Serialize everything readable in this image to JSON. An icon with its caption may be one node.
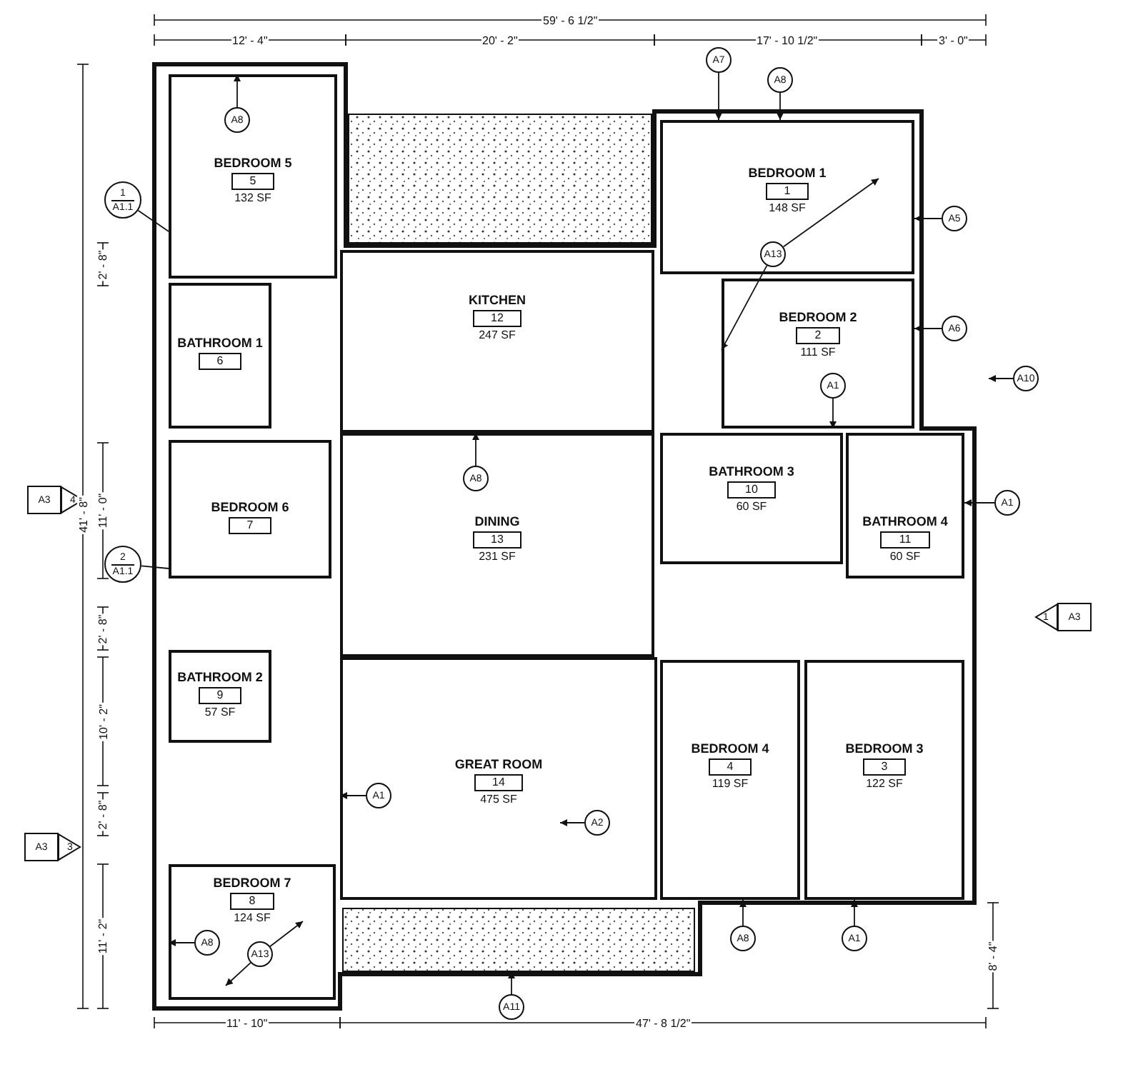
{
  "diagram": {
    "nodes": [
      {
        "text": [
          "BEDROOM 5",
          "5",
          "132 SF"
        ]
      },
      {
        "text": [
          "KITCHEN",
          "12",
          "247 SF"
        ]
      },
      {
        "text": [
          "BEDROOM 1",
          "1",
          "148 SF"
        ]
      },
      {
        "text": [
          "BATHROOM 1",
          "6"
        ]
      },
      {
        "text": [
          "BEDROOM 2",
          "2",
          "111 SF"
        ]
      },
      {
        "text": [
          "BATHROOM 3",
          "10",
          "60 SF"
        ]
      },
      {
        "text": [
          "BEDROOM 6",
          "7"
        ]
      },
      {
        "text": [
          "DINING",
          "13",
          "231 SF"
        ]
      },
      {
        "text": [
          "BATHROOM 4",
          "11",
          "60 SF"
        ]
      },
      {
        "text": [
          "BATHROOM 2",
          "9",
          "57 SF"
        ]
      },
      {
        "text": [
          "GREAT ROOM",
          "14",
          "475 SF"
        ]
      },
      {
        "text": [
          "BEDROOM 4",
          "4",
          "119 SF"
        ]
      },
      {
        "text": [
          "BEDROOM 3",
          "3",
          "122 SF"
        ]
      },
      {
        "text": [
          "BEDROOM 7",
          "8",
          "124 SF"
        ]
      },
      {
        "text": [
          "A8"
        ],
        "in": 0
      },
      {
        "text": [
          "A7"
        ]
      },
      {
        "text": [
          "A8"
        ]
      },
      {
        "text": [
          "A13"
        ],
        "in": 2
      },
      {
        "text": [
          "A5"
        ]
      },
      {
        "text": [
          "A6"
        ]
      },
      {
        "text": [
          "A10"
        ]
      },
      {
        "text": [
          "A1"
        ],
        "in": 4
      },
      {
        "text": [
          "A8"
        ],
        "in": 7
      },
      {
        "text": [
          "A1"
        ]
      },
      {
        "text": [
          "A2"
        ],
        "in": 10
      },
      {
        "text": [
          "A1"
        ],
        "in": 10
      },
      {
        "text": [
          "A11"
        ]
      },
      {
        "text": [
          "A8"
        ]
      },
      {
        "text": [
          "A1"
        ]
      },
      {
        "text": [
          "A13"
        ],
        "in": 13
      },
      {
        "text": [
          "A8"
        ],
        "in": 13
      },
      {
        "text": [
          "1",
          "A1.1"
        ]
      },
      {
        "text": [
          "2",
          "A1.1"
        ]
      },
      {
        "text": [
          "A3",
          "4"
        ]
      },
      {
        "text": [
          "A3",
          "3"
        ]
      },
      {
        "text": [
          "1",
          "A3"
        ]
      },
      {
        "text": [],
        "shape": "box"
      },
      {
        "text": [],
        "shape": "box"
      }
    ],
    "edges": [
      {
        "from": 14,
        "to": 0,
        "arrow": "to"
      },
      {
        "from": 15,
        "to": 2,
        "arrow": "to"
      },
      {
        "from": 16,
        "to": 2,
        "arrow": "to"
      },
      {
        "from": 17,
        "to": null,
        "arrow": "to"
      },
      {
        "from": 17,
        "to": 4,
        "arrow": "to"
      },
      {
        "from": 18,
        "to": 2,
        "arrow": "to"
      },
      {
        "from": 19,
        "to": 4,
        "arrow": "to"
      },
      {
        "from": 20,
        "to": null,
        "arrow": "to"
      },
      {
        "from": 21,
        "to": 4,
        "arrow": "to"
      },
      {
        "from": 22,
        "to": 1,
        "arrow": "to"
      },
      {
        "from": 23,
        "to": 8,
        "arrow": "to"
      },
      {
        "from": 24,
        "to": null,
        "arrow": "to"
      },
      {
        "from": 25,
        "to": 10,
        "arrow": "to"
      },
      {
        "from": 26,
        "to": 37,
        "arrow": "to"
      },
      {
        "from": 27,
        "to": 11,
        "arrow": "to"
      },
      {
        "from": 28,
        "to": 12,
        "arrow": "to"
      },
      {
        "from": 29,
        "to": null,
        "arrow": "to"
      },
      {
        "from": 29,
        "to": null,
        "arrow": "to"
      },
      {
        "from": 30,
        "to": 13,
        "arrow": "to"
      },
      {
        "from": 31,
        "to": 0,
        "arrow": "none"
      },
      {
        "from": 32,
        "to": 6,
        "arrow": "none"
      }
    ],
    "labels": [
      "59' - 6 1/2\"",
      "12' - 4\"",
      "20' - 2\"",
      "17' - 10 1/2\"",
      "3' - 0\"",
      "2' - 8\"",
      "41' - 8\"",
      "11' - 0\"",
      "2' - 8\"",
      "10' - 2\"",
      "2' - 8\"",
      "11' - 2\"",
      "8' - 4\"",
      "11' - 10\"",
      "47' - 8 1/2\""
    ]
  }
}
